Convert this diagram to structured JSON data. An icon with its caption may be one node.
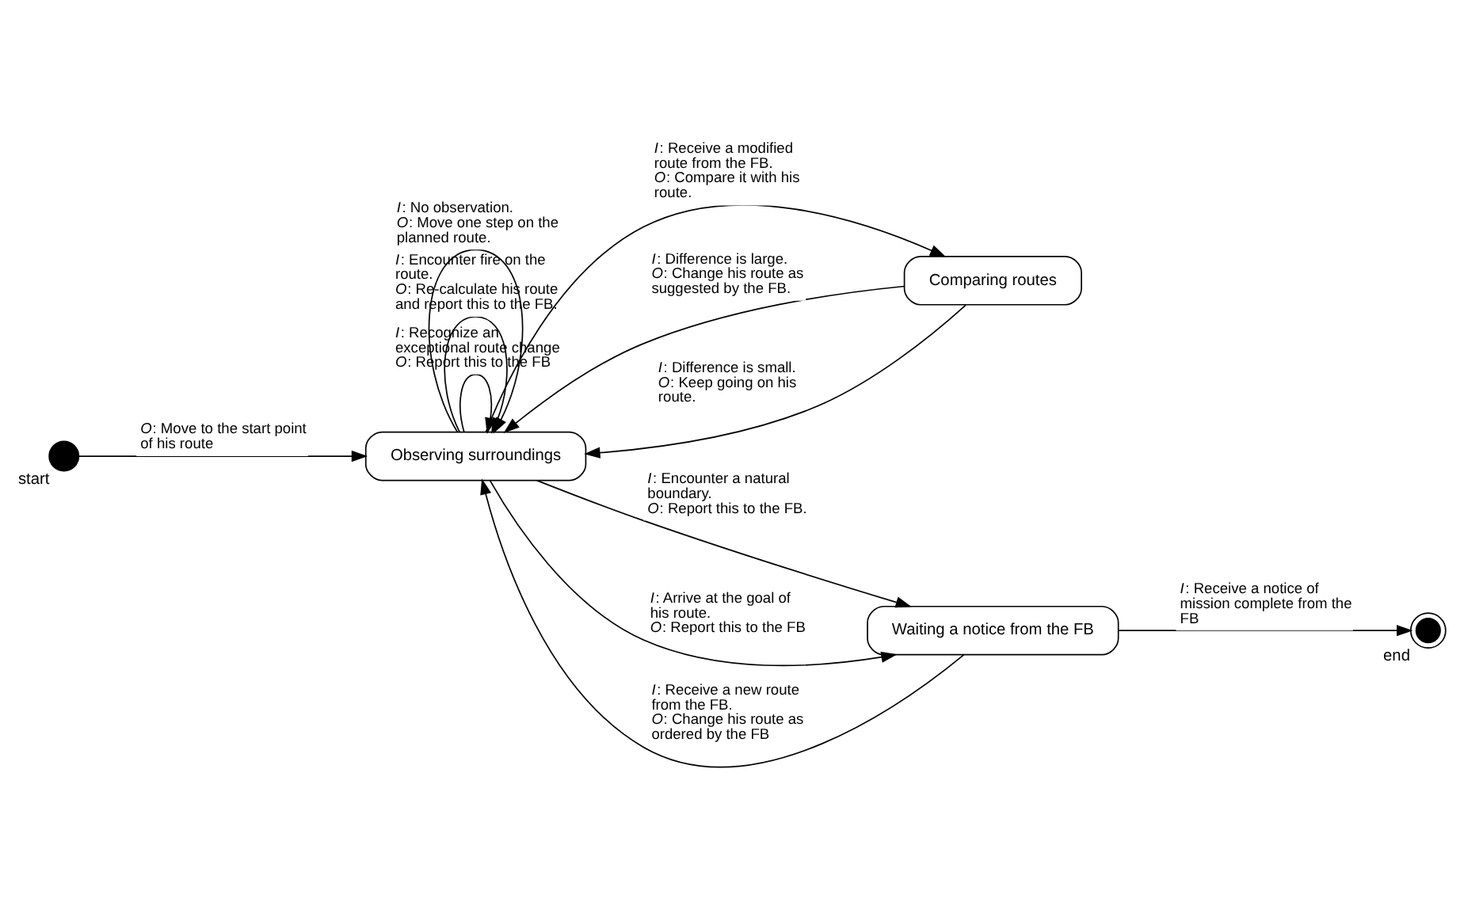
{
  "diagram": {
    "nodes": [
      {
        "text": [],
        "shape": "circle",
        "beside": [
          "start"
        ]
      },
      {
        "text": [
          "Observing surroundings"
        ]
      },
      {
        "text": [
          "Comparing routes"
        ]
      },
      {
        "text": [
          "Waiting a notice from the FB"
        ]
      },
      {
        "text": [],
        "shape": "circle",
        "beside": [
          "end"
        ]
      }
    ],
    "edges": [
      {
        "from": 0,
        "to": 1,
        "arrow": "to",
        "label": "*O*: Move to the start point of his route"
      },
      {
        "from": 1,
        "to": 1,
        "arrow": "to",
        "label": "*I*: Recognize an exceptional route change *O*: Report this to the FB"
      },
      {
        "from": 1,
        "to": 1,
        "arrow": "to",
        "label": "*I*: Encounter fire on the route. *O*: Re-calculate his route and report this to the FB."
      },
      {
        "from": 1,
        "to": 1,
        "arrow": "to",
        "label": "*I*: No observation. *O*: Move one step on the planned route."
      },
      {
        "from": 1,
        "to": 2,
        "arrow": "to",
        "label": "*I*: Receive a modified route from the FB. *O*: Compare it with his route."
      },
      {
        "from": 2,
        "to": 1,
        "arrow": "to",
        "label": "*I*: Difference is large. *O*: Change his route as suggested by the FB."
      },
      {
        "from": 2,
        "to": 1,
        "arrow": "to",
        "label": "*I*: Difference is small. *O*: Keep going on his route."
      },
      {
        "from": 1,
        "to": 3,
        "arrow": "to",
        "label": "*I*: Encounter a natural boundary. *O*: Report this to the FB."
      },
      {
        "from": 1,
        "to": 3,
        "arrow": "to",
        "label": "*I*: Arrive at the goal of his route. *O*: Report this to the FB"
      },
      {
        "from": 3,
        "to": 1,
        "arrow": "to",
        "label": "*I*: Receive a new route from the FB. *O*: Change his route as ordered by the FB"
      },
      {
        "from": 3,
        "to": 4,
        "arrow": "to",
        "label": "*I*: Receive a notice of mission complete from the FB"
      }
    ]
  }
}
